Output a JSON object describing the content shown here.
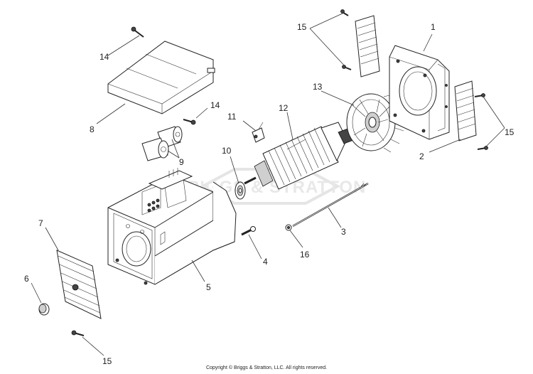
{
  "watermark": "BRIGGS & STRATTON",
  "copyright": "Copyright © Briggs & Stratton, LLC. All rights reserved.",
  "callouts": {
    "c1": "1",
    "c2": "2",
    "c3": "3",
    "c4": "4",
    "c5": "5",
    "c6": "6",
    "c7": "7",
    "c8": "8",
    "c9": "9",
    "c10": "10",
    "c11": "11",
    "c12": "12",
    "c13": "13",
    "c14a": "14",
    "c14b": "14",
    "c15a": "15",
    "c15b": "15",
    "c15c": "15",
    "c16": "16"
  }
}
